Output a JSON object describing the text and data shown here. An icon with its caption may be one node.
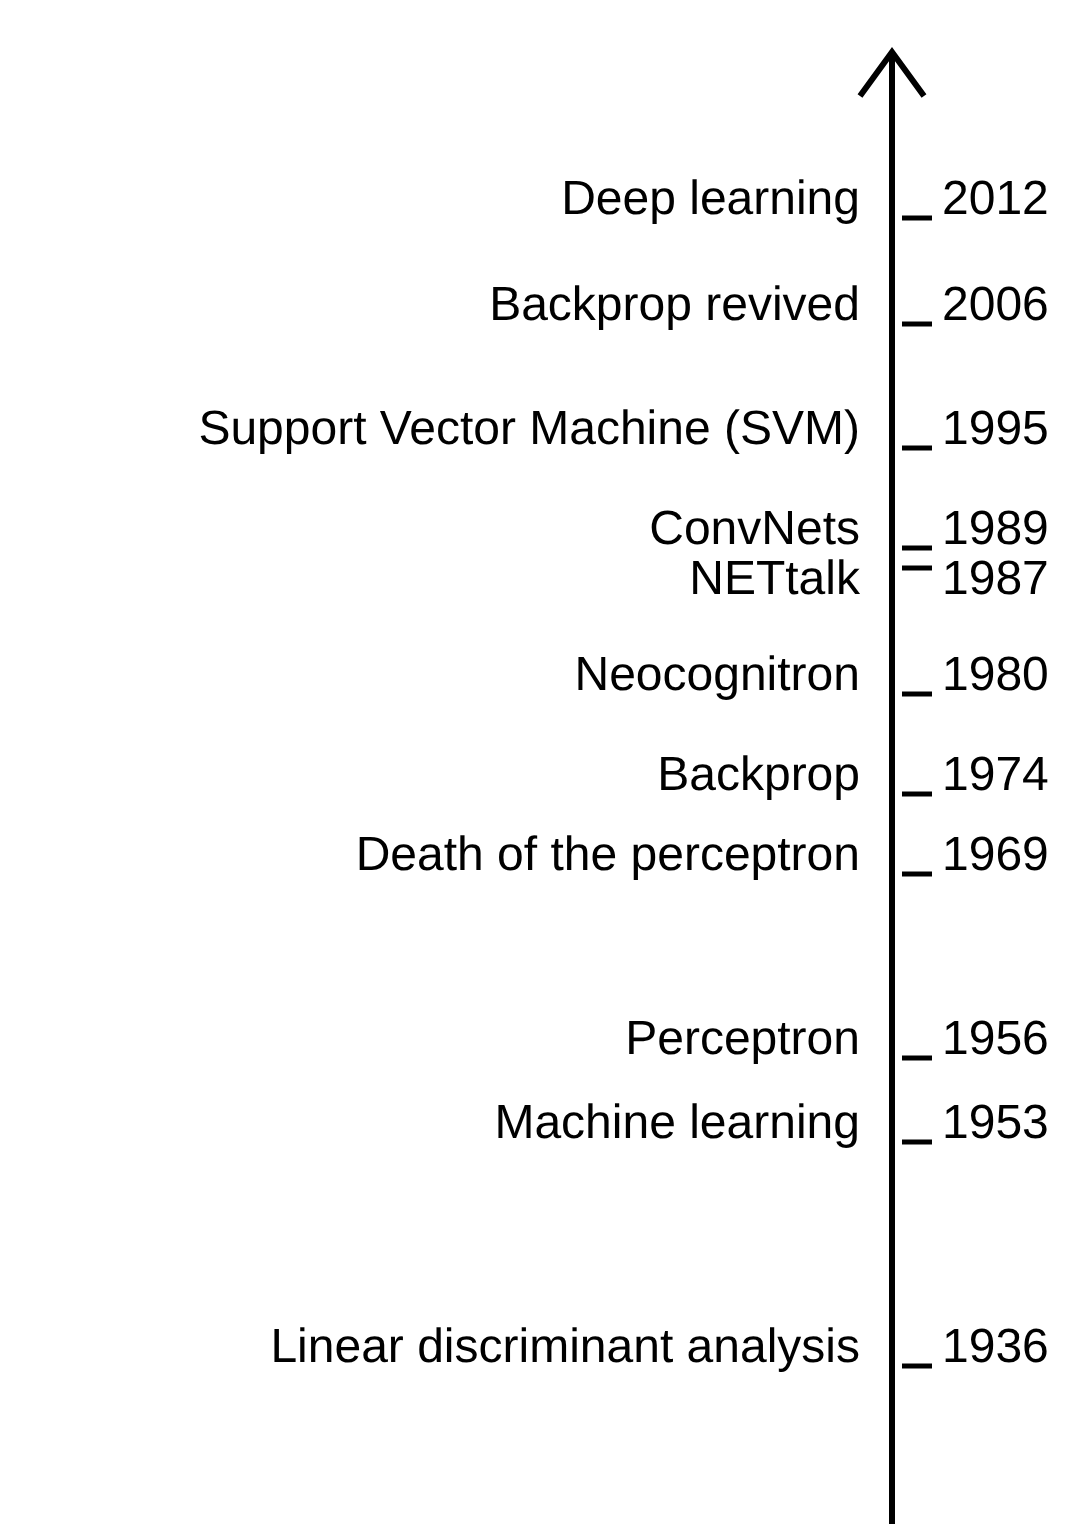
{
  "diagram": {
    "labels": [
      "Deep learning",
      "2012",
      "Backprop revived",
      "2006",
      "Support Vector Machine (SVM)",
      "1995",
      "ConvNets",
      "1989",
      "NETtalk",
      "1987",
      "Neocognitron",
      "1980",
      "Backprop",
      "1974",
      "Death of the perceptron",
      "1969",
      "Perceptron",
      "1956",
      "Machine learning",
      "1953",
      "Linear discriminant analysis",
      "1936"
    ]
  }
}
